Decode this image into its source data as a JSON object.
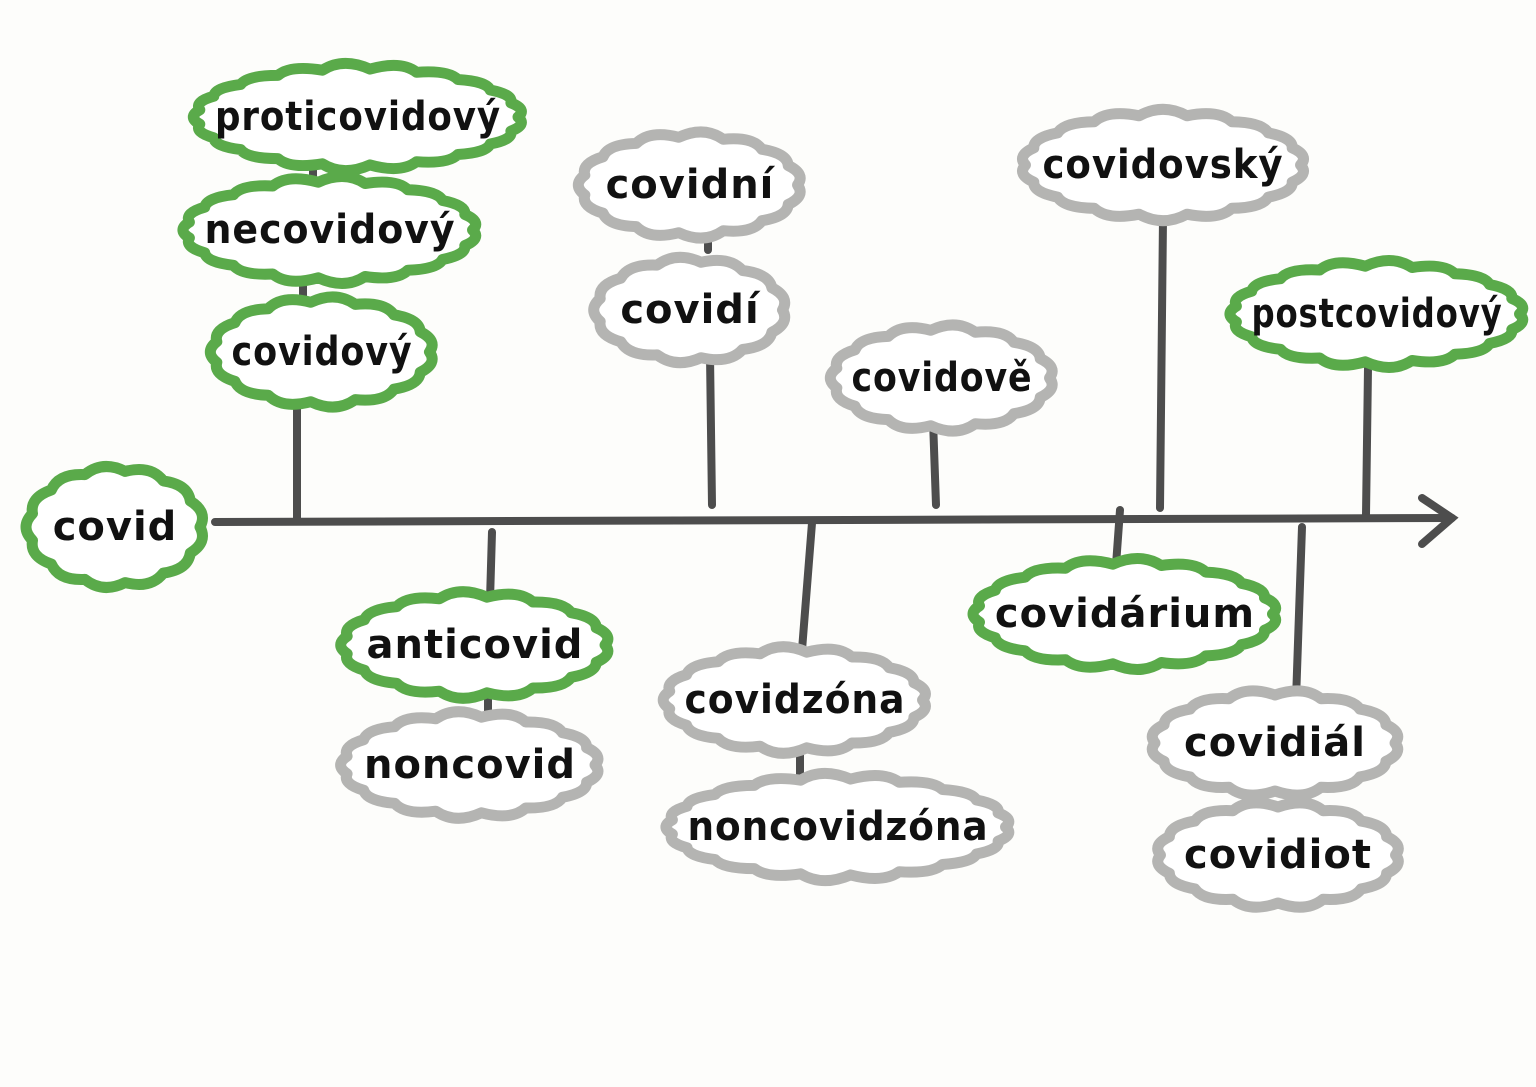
{
  "colors": {
    "green_outline": "#5aaa4a",
    "gray_outline": "#b4b4b2",
    "line": "#4d4d4d",
    "text": "#111111",
    "paper": "#fdfdfb"
  },
  "words": [
    {
      "id": "covid",
      "text": "covid",
      "group": "green"
    },
    {
      "id": "proticovidovy",
      "text": "proticovidový",
      "group": "green"
    },
    {
      "id": "necovidovy",
      "text": "necovidový",
      "group": "green"
    },
    {
      "id": "covidovy",
      "text": "covidový",
      "group": "green"
    },
    {
      "id": "covidni",
      "text": "covidní",
      "group": "gray"
    },
    {
      "id": "covidi",
      "text": "covidí",
      "group": "gray"
    },
    {
      "id": "covidove",
      "text": "covidově",
      "group": "gray"
    },
    {
      "id": "covidovsky",
      "text": "covidovský",
      "group": "gray"
    },
    {
      "id": "postcovidovy",
      "text": "postcovidový",
      "group": "green"
    },
    {
      "id": "anticovid",
      "text": "anticovid",
      "group": "green"
    },
    {
      "id": "noncovid",
      "text": "noncovid",
      "group": "gray"
    },
    {
      "id": "covidzona",
      "text": "covidzóna",
      "group": "gray"
    },
    {
      "id": "noncovidzona",
      "text": "noncovidzóna",
      "group": "gray"
    },
    {
      "id": "covidarium",
      "text": "covidárium",
      "group": "green"
    },
    {
      "id": "covidial",
      "text": "covidiál",
      "group": "gray"
    },
    {
      "id": "covidiot",
      "text": "covidiot",
      "group": "gray"
    }
  ]
}
